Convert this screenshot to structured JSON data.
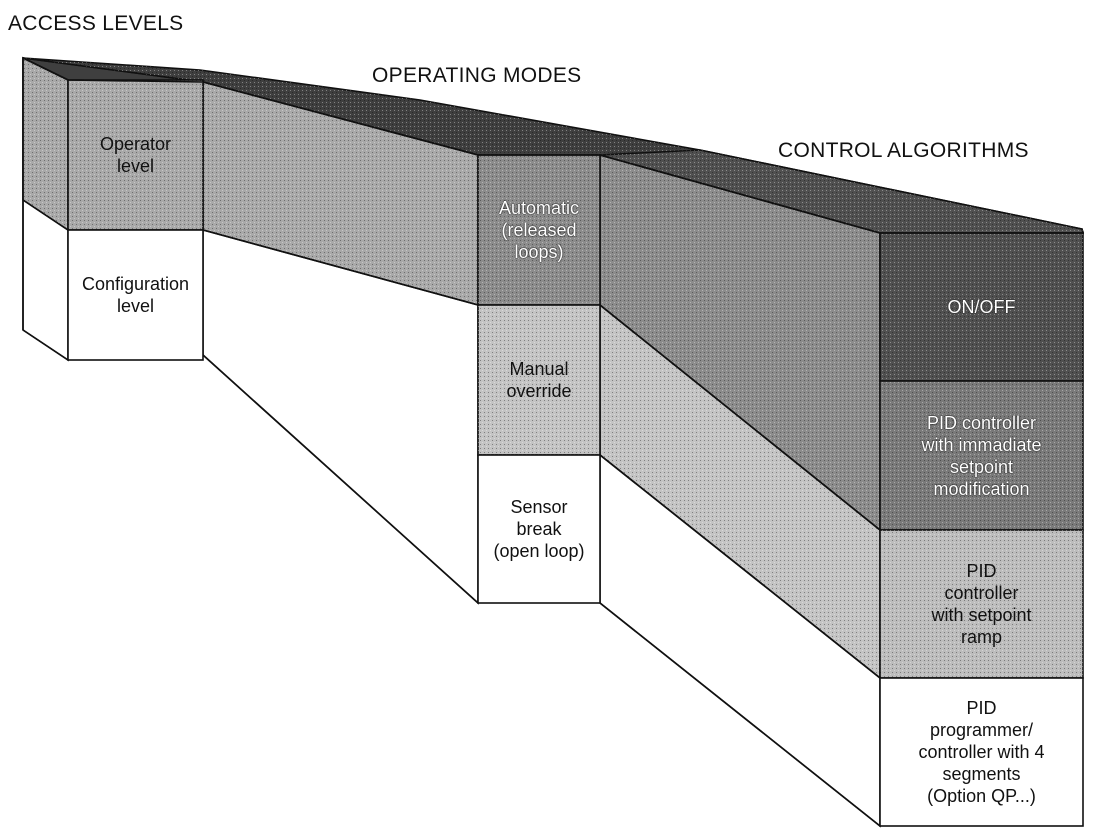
{
  "headers": {
    "access_levels": "ACCESS LEVELS",
    "operating_modes": "OPERATING MODES",
    "control_algorithms": "CONTROL ALGORITHMS"
  },
  "access_levels": {
    "operator": "Operator\nlevel",
    "configuration": "Configuration\nlevel"
  },
  "operating_modes": {
    "automatic": "Automatic\n(released\nloops)",
    "manual": "Manual\noverride",
    "sensor_break": "Sensor\nbreak\n(open loop)"
  },
  "control_algorithms": {
    "on_off": "ON/OFF",
    "pid_immediate": "PID controller\nwith immadiate\nsetpoint\nmodification",
    "pid_ramp": "PID\ncontroller\nwith setpoint\nramp",
    "pid_programmer": "PID\nprogrammer/\ncontroller with 4\nsegments\n(Option QP...)"
  },
  "colors": {
    "top_dark": "#3f3f3f",
    "band_operator": "#a9a9a9",
    "band_auto": "#8c8c8c",
    "band_manual": "#c4c4c4",
    "band_onoff": "#505050",
    "band_immediate": "#7a7a7a",
    "band_ramp": "#bdbdbd",
    "white": "#ffffff",
    "line": "#111111"
  }
}
